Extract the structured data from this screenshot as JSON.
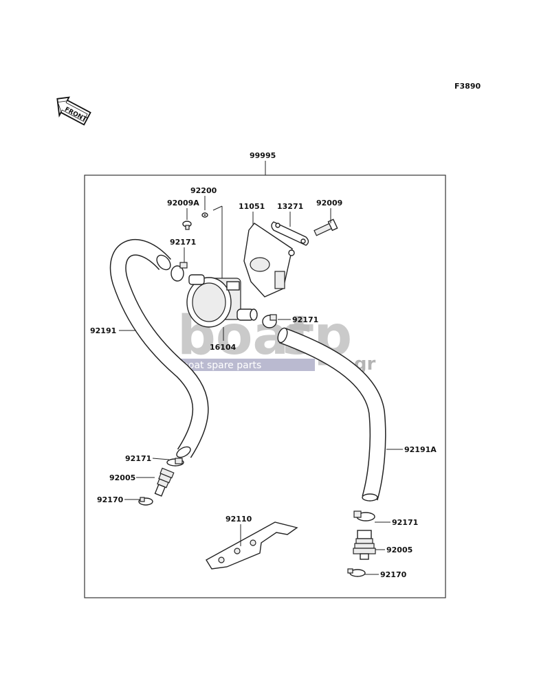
{
  "figure_code": "F3890",
  "front_label": "FRONT",
  "assembly_number": "99995",
  "part_labels": {
    "p92200": "92200",
    "p92009A": "92009A",
    "p11051": "11051",
    "p13271": "13271",
    "p92009": "92009",
    "p92171_top": "92171",
    "p92191": "92191",
    "p92171_mid": "92171",
    "p16104": "16104",
    "p92191A": "92191A",
    "p92171_left": "92171",
    "p92005_left": "92005",
    "p92170_left": "92170",
    "p92110": "92110",
    "p92171_right": "92171",
    "p92005_right": "92005",
    "p92170_right": "92170"
  },
  "watermark": {
    "brand_left": "boat",
    "brand_right": "sp",
    "domain": ".gr",
    "tagline": "boat spare parts"
  }
}
